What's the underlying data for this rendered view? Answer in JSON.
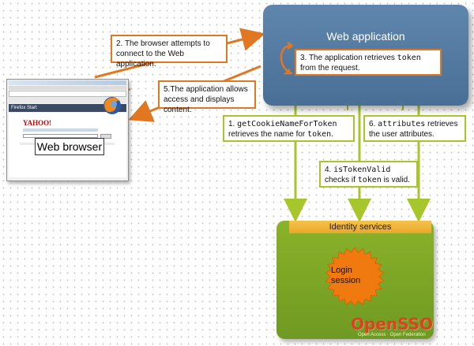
{
  "webapp": {
    "title": "Web application"
  },
  "steps": {
    "s2": "2. The browser attempts to connect to the Web application.",
    "s3_pre": "3. The application retrieves ",
    "s3_code": "token",
    "s3_post": " from the request.",
    "s5": "5.The application allows access and displays content.",
    "s1_code": "getCookieNameForToken",
    "s1_num": "1. ",
    "s1_post_a": "retrieves the name for ",
    "s1_code2": "token",
    "s1_post_b": ".",
    "s4_num": "4. ",
    "s4_code": "isTokenValid",
    "s4_pre": "checks if ",
    "s4_code2": "token",
    "s4_post": " is valid.",
    "s6_num": "6. ",
    "s6_code": "attributes",
    "s6_post_a": " retrieves",
    "s6_post_b": "the user attributes."
  },
  "browser": {
    "label": "Web browser",
    "tab": "Firefox Start",
    "logo": "YAHOO!"
  },
  "identity": {
    "title": "Identity services",
    "login": "Login session",
    "brand": "OpenSSO",
    "tagline": "Open Access · Open Federation"
  },
  "colors": {
    "orange": "#e27722",
    "green": "#a7c62c",
    "webapp_blue": "#5f86ad",
    "identity_green": "#7aa326",
    "starburst": "#f07a10"
  }
}
